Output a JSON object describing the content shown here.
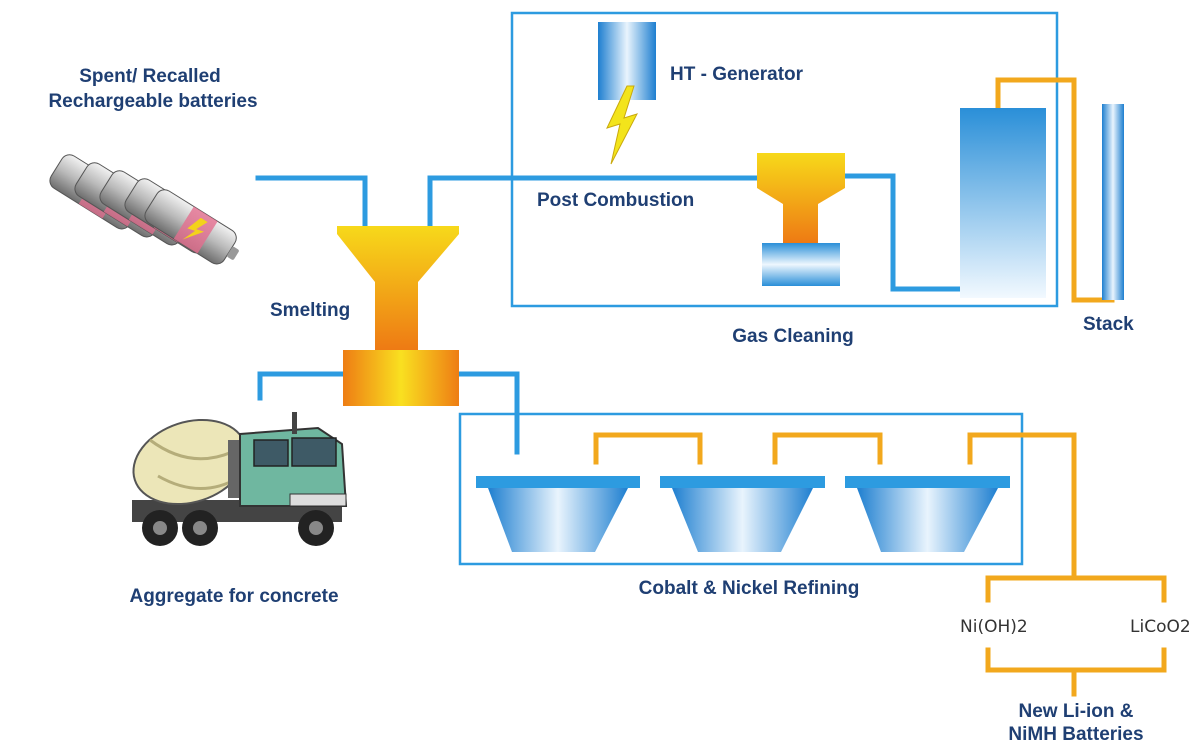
{
  "labels": {
    "batteries_line1": "Spent/ Recalled",
    "batteries_line2": "Rechargeable batteries",
    "ht_generator": "HT - Generator",
    "post_combustion": "Post Combustion",
    "smelting": "Smelting",
    "gas_cleaning": "Gas Cleaning",
    "stack": "Stack",
    "aggregate": "Aggregate for concrete",
    "refining": "Cobalt & Nickel Refining",
    "nioh2": "Ni(OH)2",
    "licoo2": "LiCoO2",
    "new_batteries_line1": "New Li-ion &",
    "new_batteries_line2": "NiMH Batteries"
  },
  "icons": {
    "batteries": "battery-pack-icon",
    "truck": "concrete-mixer-truck-icon",
    "lightning": "lightning-icon"
  },
  "colors": {
    "pipe_blue": "#2d9be0",
    "pipe_orange": "#f2a81d",
    "label_navy": "#1f3f73",
    "funnel_yellow": "#f7d21a",
    "funnel_orange": "#ee7d14"
  }
}
